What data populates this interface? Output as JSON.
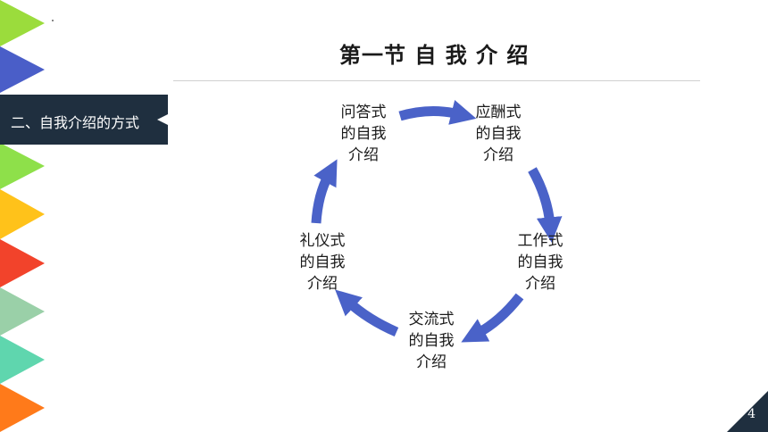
{
  "slide": {
    "title": "第一节 自 我 介 绍",
    "section_label": "二、自我介绍的方式",
    "page_number": "4"
  },
  "cycle": {
    "nodes": [
      {
        "id": "qa",
        "lines": [
          "问答式",
          "的自我",
          "介绍"
        ]
      },
      {
        "id": "social",
        "lines": [
          "应酬式",
          "的自我",
          "介绍"
        ]
      },
      {
        "id": "work",
        "lines": [
          "工作式",
          "的自我",
          "介绍"
        ]
      },
      {
        "id": "chat",
        "lines": [
          "交流式",
          "的自我",
          "介绍"
        ]
      },
      {
        "id": "ritual",
        "lines": [
          "礼仪式",
          "的自我",
          "介绍"
        ]
      }
    ],
    "arrow_color": "#4a62c8"
  },
  "colors": {
    "dark_navy": "#1f2f3f",
    "triangles": [
      "#9bdc3c",
      "#4a5ec8",
      "#4a5ec8",
      "#8ee04a",
      "#ffc21a",
      "#f2432b",
      "#9ad0a8",
      "#5fd6ae",
      "#ff7a1a"
    ]
  }
}
